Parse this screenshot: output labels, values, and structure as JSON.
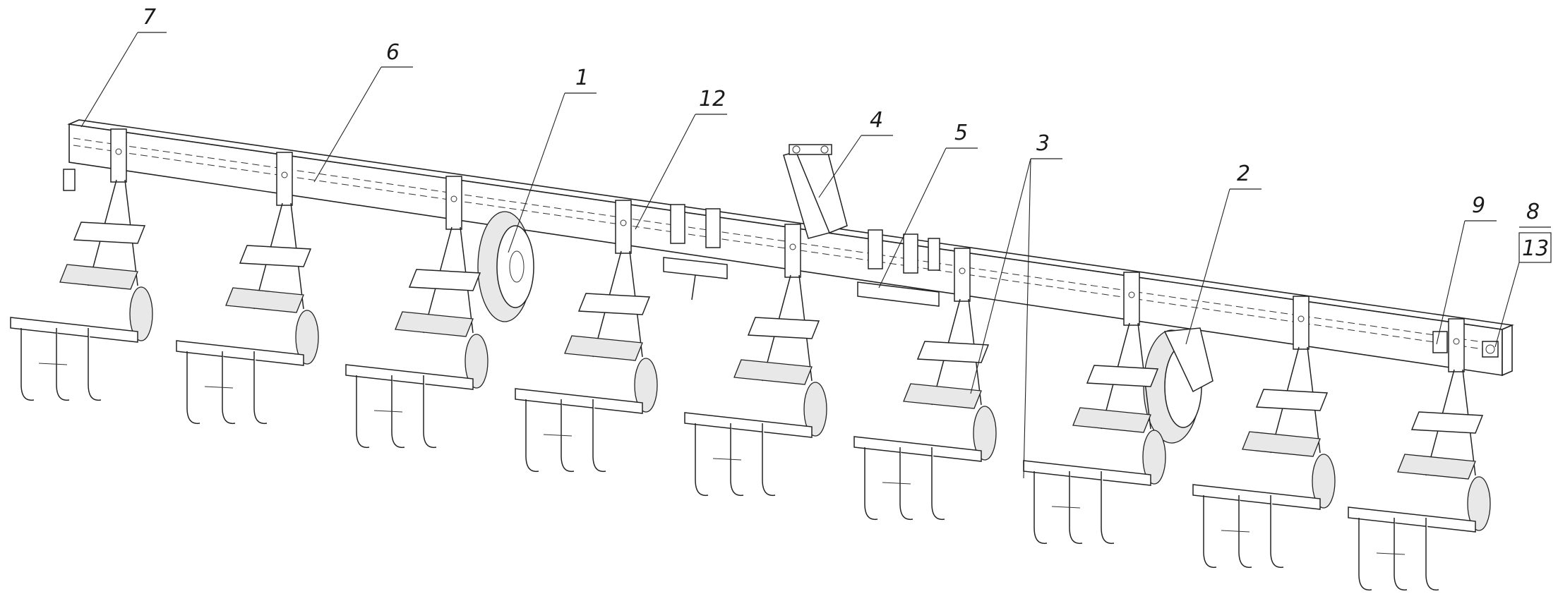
{
  "labels": [
    {
      "id": "7",
      "text": "7"
    },
    {
      "id": "6",
      "text": "6"
    },
    {
      "id": "1",
      "text": "1"
    },
    {
      "id": "12",
      "text": "12"
    },
    {
      "id": "4",
      "text": "4"
    },
    {
      "id": "5",
      "text": "5"
    },
    {
      "id": "3",
      "text": "3"
    },
    {
      "id": "2",
      "text": "2"
    },
    {
      "id": "9",
      "text": "9"
    },
    {
      "id": "8",
      "text": "8"
    },
    {
      "id": "13",
      "text": "13"
    }
  ]
}
